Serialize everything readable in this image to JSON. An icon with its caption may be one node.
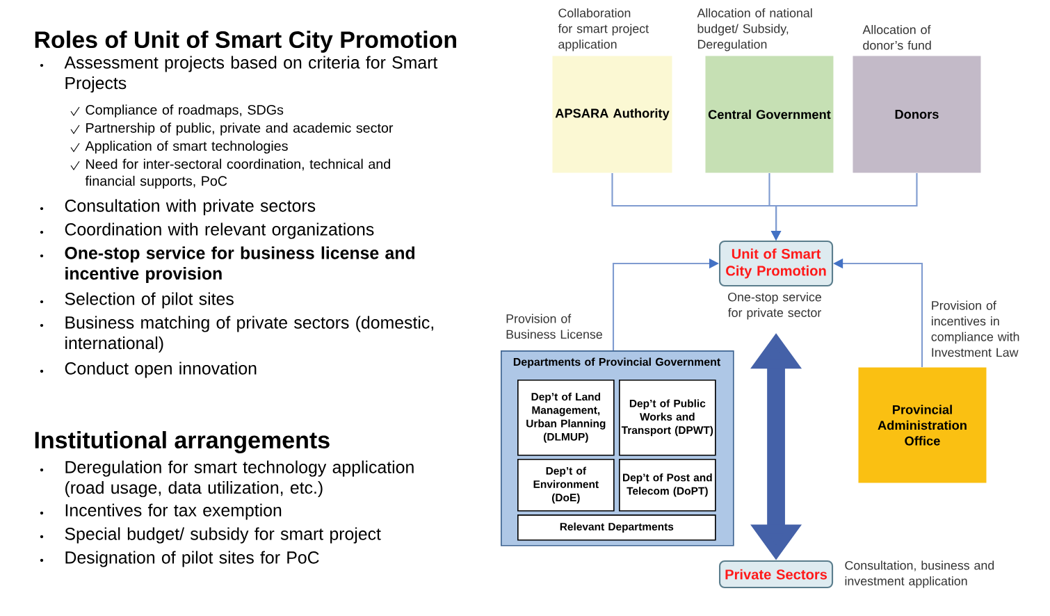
{
  "diagram": {
    "title": "Roles of Unit of Smart City Promotion",
    "nodes": [
      {
        "text": [
          "APSARA Authority"
        ],
        "beside": [
          "Collaboration for smart project application"
        ]
      },
      {
        "text": [
          "Central Government"
        ],
        "beside": [
          "Allocation of national budget/ Subsidy, Deregulation"
        ]
      },
      {
        "text": [
          "Donors"
        ],
        "beside": [
          "Allocation of donor’s fund"
        ]
      },
      {
        "text": [
          "Unit of Smart City Promotion"
        ],
        "beside": [
          "One-stop service for private sector"
        ]
      },
      {
        "text": [
          "Departments of Provincial Government"
        ]
      },
      {
        "text": [
          "Dep’t of Land Management, Urban Planning (DLMUP)"
        ],
        "in": 4
      },
      {
        "text": [
          "Dep’t of Public Works and Transport (DPWT)"
        ],
        "in": 4
      },
      {
        "text": [
          "Dep’t of Environment (DoE)"
        ],
        "in": 4
      },
      {
        "text": [
          "Dep’t of Post and Telecom (DoPT)"
        ],
        "in": 4
      },
      {
        "text": [
          "Relevant Departments"
        ],
        "in": 4
      },
      {
        "text": [
          "Provincial Administration Office"
        ]
      },
      {
        "text": [
          "Private Sectors"
        ],
        "beside": [
          "Consultation, business and investment application"
        ]
      }
    ],
    "edges": [
      {
        "from": 0,
        "to": 3,
        "arrow": "to"
      },
      {
        "from": 1,
        "to": 3,
        "arrow": "to"
      },
      {
        "from": 2,
        "to": 3,
        "arrow": "to"
      },
      {
        "from": 4,
        "to": 3,
        "arrow": "to",
        "label": "Provision of Business License"
      },
      {
        "from": 10,
        "to": 3,
        "arrow": "to",
        "label": "Provision of incentives in compliance with Investment Law"
      },
      {
        "from": 3,
        "to": 11,
        "arrow": "both",
        "style": "thick",
        "color": "#4461a8"
      }
    ],
    "labels": [
      "Assessment projects based on criteria for Smart Projects",
      "Compliance of roadmaps, SDGs",
      "Partnership of public, private and academic sector",
      "Application of smart technologies",
      "Need for inter-sectoral coordination, technical and financial supports, PoC",
      "Consultation with private sectors",
      "Coordination with relevant organizations",
      "One-stop service for business license and incentive provision",
      "Selection of pilot sites",
      "Business matching of private sectors (domestic, international)",
      "Conduct open innovation",
      "Institutional arrangements",
      "Deregulation for smart technology application (road usage, data utilization, etc.)",
      "Incentives for tax exemption",
      "Special budget/ subsidy for smart project",
      "Designation of pilot sites for PoC"
    ]
  }
}
